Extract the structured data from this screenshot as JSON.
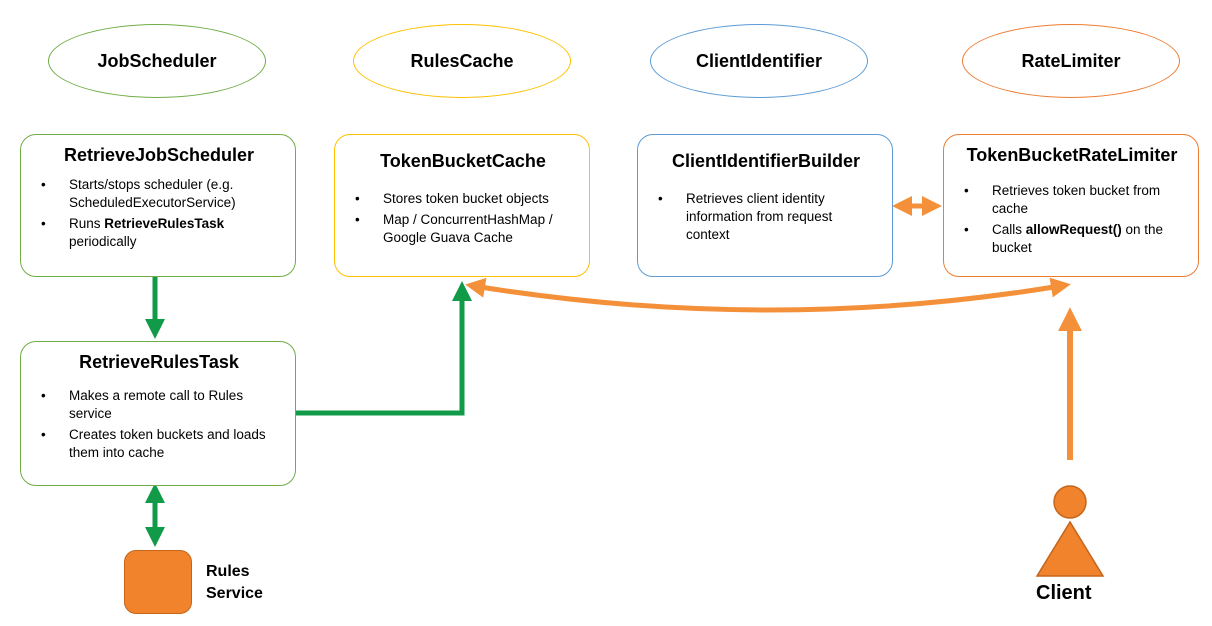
{
  "components": {
    "job_scheduler": "JobScheduler",
    "rules_cache": "RulesCache",
    "client_identifier": "ClientIdentifier",
    "rate_limiter": "RateLimiter"
  },
  "boxes": {
    "retrieve_job_scheduler": {
      "title": "RetrieveJobScheduler",
      "bullet1": "Starts/stops scheduler (e.g. ScheduledExecutorService)",
      "bullet2_prefix": "Runs ",
      "bullet2_bold": "RetrieveRulesTask",
      "bullet2_suffix": " periodically"
    },
    "token_bucket_cache": {
      "title": "TokenBucketCache",
      "bullet1": "Stores token bucket objects",
      "bullet2": "Map / ConcurrentHashMap / Google Guava Cache"
    },
    "client_identifier_builder": {
      "title": "ClientIdentifierBuilder",
      "bullet1": "Retrieves client identity information from request context"
    },
    "token_bucket_rate_limiter": {
      "title": "TokenBucketRateLimiter",
      "bullet1": "Retrieves token bucket from cache",
      "bullet2_prefix": "Calls ",
      "bullet2_bold": "allowRequest()",
      "bullet2_suffix": " on the bucket"
    },
    "retrieve_rules_task": {
      "title": "RetrieveRulesTask",
      "bullet1": "Makes a remote call to Rules service",
      "bullet2": "Creates token buckets and loads them into cache"
    }
  },
  "rules_service": {
    "line1": "Rules",
    "line2": "Service"
  },
  "client": {
    "label": "Client"
  },
  "colors": {
    "green": "#70ad47",
    "yellow": "#ffc000",
    "blue": "#5b9bd5",
    "orange": "#ed7d31",
    "arrow_green": "#119b48",
    "arrow_orange": "#f4903a"
  }
}
